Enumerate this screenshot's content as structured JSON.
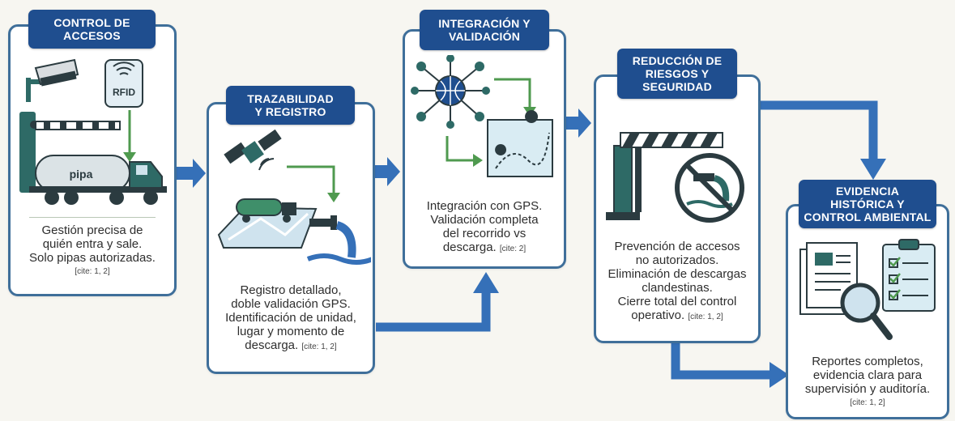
{
  "colors": {
    "accent_blue": "#1f4e8f",
    "border_blue": "#3f6f9a",
    "arrow_blue": "#3570b8",
    "icon_teal": "#2f6f63",
    "icon_green": "#58a05a",
    "paper": "#f7f6f1"
  },
  "cards": [
    {
      "id": "control-accesos",
      "title_lines": [
        "CONTROL DE",
        "ACCESOS"
      ],
      "desc_lines": [
        "Gestión precisa de",
        "quién entra y sale.",
        "Solo pipas autorizadas."
      ],
      "cite": "[cite: 1, 2]",
      "icons": [
        "security-camera-icon",
        "rfid-reader-icon",
        "barrier-gate-icon",
        "tanker-truck-icon"
      ],
      "truck_label": "pipa",
      "rfid_label": "RFID"
    },
    {
      "id": "trazabilidad-registro",
      "title_lines": [
        "TRAZABILIDAD",
        "Y REGISTRO"
      ],
      "desc_lines": [
        "Registro detallado,",
        "doble validación GPS.",
        "Identificación de unidad,",
        "lugar y momento de",
        "descarga."
      ],
      "cite": "[cite: 1, 2]",
      "icons": [
        "satellite-icon",
        "map-truck-icon",
        "discharge-pipe-icon"
      ]
    },
    {
      "id": "integracion-validacion",
      "title_lines": [
        "INTEGRACIÓN Y",
        "VALIDACIÓN"
      ],
      "desc_lines": [
        "Integración con GPS.",
        "Validación completa",
        "del recorrido vs",
        "descarga."
      ],
      "cite": "[cite: 2]",
      "icons": [
        "network-globe-icon",
        "route-map-icon"
      ]
    },
    {
      "id": "reduccion-riesgos",
      "title_lines": [
        "REDUCCIÓN DE",
        "RIESGOS Y",
        "SEGURIDAD"
      ],
      "desc_lines": [
        "Prevención de accesos",
        "no autorizados.",
        "Eliminación de descargas",
        "clandestinas.",
        "Cierre total del control",
        "operativo."
      ],
      "cite": "[cite: 1, 2]",
      "icons": [
        "barrier-icon",
        "no-discharge-icon"
      ]
    },
    {
      "id": "evidencia-historica",
      "title_lines": [
        "EVIDENCIA",
        "HISTÓRICA Y",
        "CONTROL AMBIENTAL"
      ],
      "desc_lines": [
        "Reportes completos,",
        "evidencia clara para",
        "supervisión y auditoría."
      ],
      "cite": "[cite: 1, 2]",
      "icons": [
        "documents-icon",
        "checklist-icon",
        "magnifier-icon"
      ]
    }
  ]
}
